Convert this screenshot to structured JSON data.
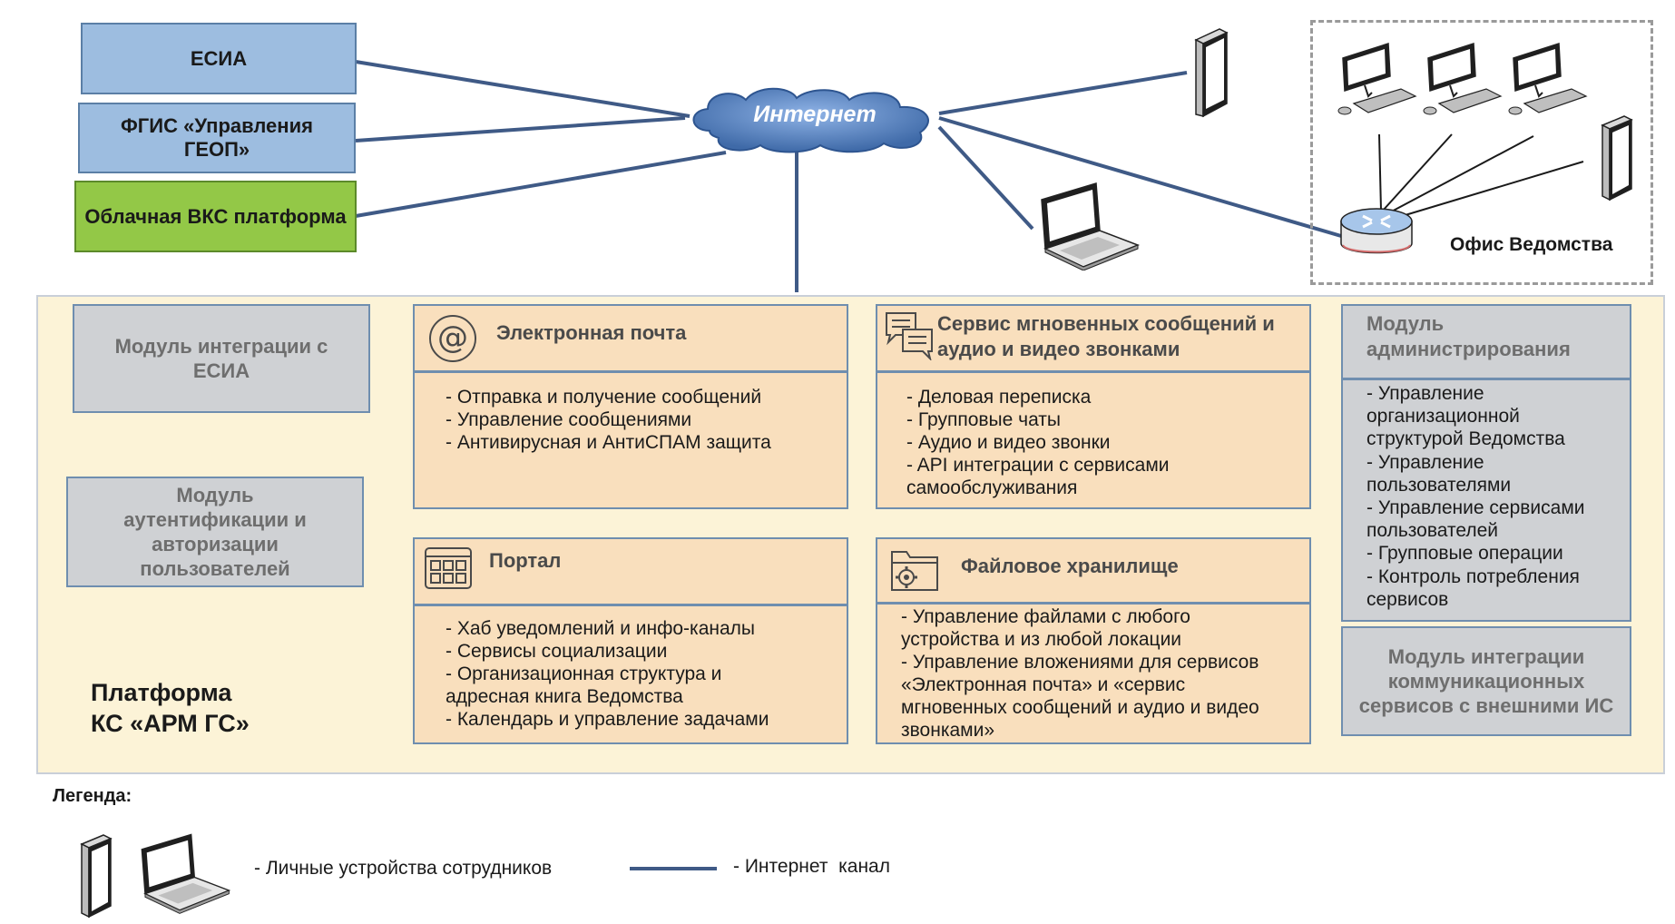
{
  "external_systems": {
    "esia": "ЕСИА",
    "fgis": "ФГИС «Управления ГЕОП»",
    "cloud_vks": "Облачная ВКС платформа"
  },
  "internet": "Интернет",
  "office_label": "Офис Ведомства",
  "platform": {
    "label_line1": "Платформа",
    "label_line2": "КС «АРМ ГС»",
    "module_esia": "Модуль интеграции с ЕСИА",
    "module_auth": "Модуль аутентификации и авторизации пользователей",
    "email": {
      "title": "Электронная почта",
      "items": [
        "- Отправка и получение сообщений",
        "- Управление сообщениями",
        "- Антивирусная и АнтиСПАМ защита"
      ]
    },
    "messenger": {
      "title_line1": "Сервис мгновенных сообщений и",
      "title_line2": "аудио и видео звонками",
      "items": [
        "- Деловая переписка",
        "- Групповые чаты",
        "- Аудио и видео звонки",
        "- API интеграции с сервисами",
        "самообслуживания"
      ]
    },
    "portal": {
      "title": "Портал",
      "items": [
        "- Хаб уведомлений и инфо-каналы",
        "- Сервисы социализации",
        "- Организационная структура и",
        "адресная книга Ведомства",
        "- Календарь и управление задачами"
      ]
    },
    "storage": {
      "title": "Файловое хранилище",
      "items": [
        "- Управление файлами с любого",
        "устройства и из любой локации",
        "- Управление вложениями для сервисов",
        "«Электронная почта» и «сервис",
        "мгновенных сообщений и аудио и видео",
        "звонками»"
      ]
    },
    "admin": {
      "title_line1": "Модуль",
      "title_line2": "администрирования",
      "items": [
        "- Управление",
        "организационной",
        "структурой Ведомства",
        "- Управление",
        "пользователями",
        "- Управление сервисами",
        "пользователей",
        "- Групповые операции",
        "- Контроль потребления",
        "сервисов"
      ]
    },
    "module_comm": "Модуль интеграции коммуникационных сервисов с внешними ИС"
  },
  "legend": {
    "title": "Легенда:",
    "devices": "- Личные устройства сотрудников",
    "internet_channel": "- Интернет  канал"
  },
  "colors": {
    "line": "#3f5a86",
    "blue_box": "#9dbde0",
    "green_box": "#93c847",
    "platform_bg": "#fcf3d7",
    "service_bg": "#f9dfbd",
    "module_gray": "#cfd1d4",
    "cloud": "#4f7bb8"
  }
}
